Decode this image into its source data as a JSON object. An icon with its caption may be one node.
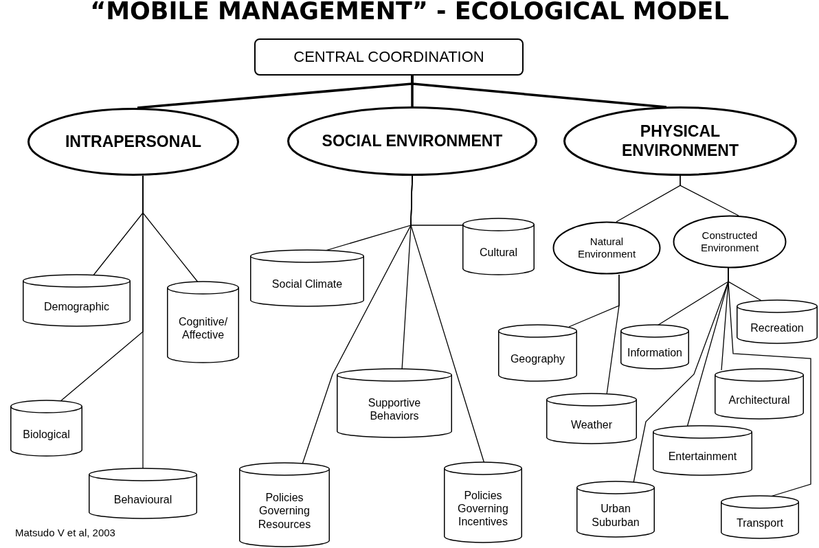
{
  "diagram": {
    "title": "“MOBILE MANAGEMENT” - ECOLOGICAL MODEL",
    "nodes": [
      {
        "text": [
          "CENTRAL COORDINATION"
        ]
      },
      {
        "text": [
          "INTRAPERSONAL"
        ]
      },
      {
        "text": [
          "SOCIAL ENVIRONMENT"
        ]
      },
      {
        "text": [
          "PHYSICAL ENVIRONMENT"
        ]
      },
      {
        "text": [
          "Demographic"
        ]
      },
      {
        "text": [
          "Cognitive/ Affective"
        ]
      },
      {
        "text": [
          "Biological"
        ]
      },
      {
        "text": [
          "Behavioural"
        ]
      },
      {
        "text": [
          "Social Climate"
        ]
      },
      {
        "text": [
          "Cultural"
        ]
      },
      {
        "text": [
          "Supportive Behaviors"
        ]
      },
      {
        "text": [
          "Policies Governing Resources"
        ]
      },
      {
        "text": [
          "Policies Governing Incentives"
        ]
      },
      {
        "text": [
          "Natural Environment"
        ]
      },
      {
        "text": [
          "Constructed Environment"
        ]
      },
      {
        "text": [
          "Geography"
        ]
      },
      {
        "text": [
          "Weather"
        ]
      },
      {
        "text": [
          "Information"
        ]
      },
      {
        "text": [
          "Recreation"
        ]
      },
      {
        "text": [
          "Architectural"
        ]
      },
      {
        "text": [
          "Entertainment"
        ]
      },
      {
        "text": [
          "Urban Suburban"
        ]
      },
      {
        "text": [
          "Transport"
        ]
      }
    ],
    "edges": [
      {
        "from": 0,
        "to": 1,
        "arrow": "none",
        "style": "thick"
      },
      {
        "from": 0,
        "to": 2,
        "arrow": "none",
        "style": "thick"
      },
      {
        "from": 0,
        "to": 3,
        "arrow": "none",
        "style": "thick"
      },
      {
        "from": 1,
        "to": 4,
        "arrow": "none"
      },
      {
        "from": 1,
        "to": 5,
        "arrow": "none"
      },
      {
        "from": 1,
        "to": 6,
        "arrow": "none"
      },
      {
        "from": 1,
        "to": 7,
        "arrow": "none"
      },
      {
        "from": 2,
        "to": 8,
        "arrow": "none"
      },
      {
        "from": 2,
        "to": 9,
        "arrow": "none"
      },
      {
        "from": 2,
        "to": 10,
        "arrow": "none"
      },
      {
        "from": 2,
        "to": 11,
        "arrow": "none"
      },
      {
        "from": 2,
        "to": 12,
        "arrow": "none"
      },
      {
        "from": 3,
        "to": 13,
        "arrow": "none"
      },
      {
        "from": 3,
        "to": 14,
        "arrow": "none"
      },
      {
        "from": 13,
        "to": 15,
        "arrow": "none"
      },
      {
        "from": 13,
        "to": 16,
        "arrow": "none"
      },
      {
        "from": 14,
        "to": 17,
        "arrow": "none"
      },
      {
        "from": 14,
        "to": 18,
        "arrow": "none"
      },
      {
        "from": 14,
        "to": 19,
        "arrow": "none"
      },
      {
        "from": 14,
        "to": 20,
        "arrow": "none"
      },
      {
        "from": 14,
        "to": 21,
        "arrow": "none"
      },
      {
        "from": 14,
        "to": 22,
        "arrow": "none"
      }
    ],
    "labels": [
      "Matsudo V et al, 2003"
    ]
  }
}
